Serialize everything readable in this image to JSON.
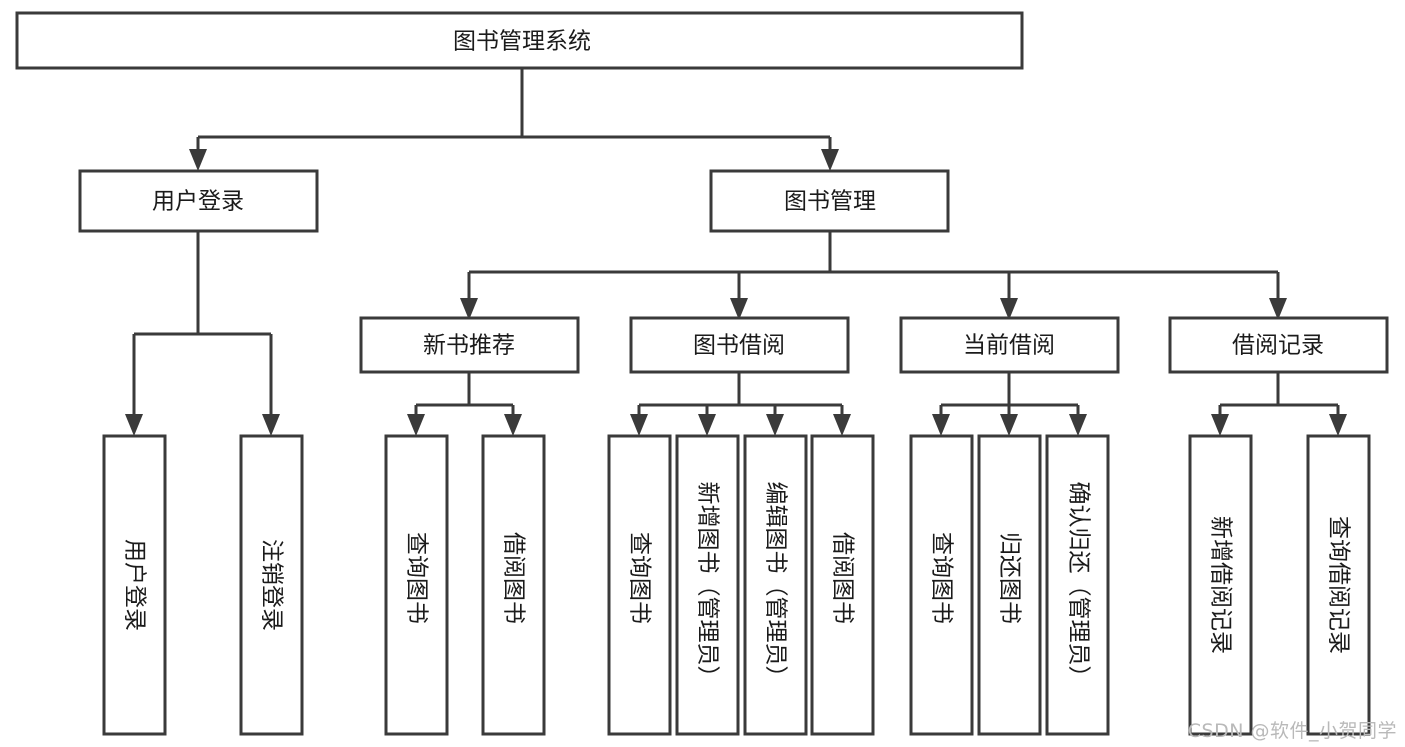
{
  "diagram": {
    "title_node": {
      "id": "root",
      "label": "图书管理系统",
      "orientation": "horizontal"
    },
    "level2": [
      {
        "id": "user-login",
        "label": "用户登录",
        "orientation": "horizontal"
      },
      {
        "id": "book-manage",
        "label": "图书管理",
        "orientation": "horizontal"
      }
    ],
    "level3": [
      {
        "id": "new-book-rec",
        "label": "新书推荐",
        "orientation": "horizontal"
      },
      {
        "id": "book-borrow",
        "label": "图书借阅",
        "orientation": "horizontal"
      },
      {
        "id": "current-borrow",
        "label": "当前借阅",
        "orientation": "horizontal"
      },
      {
        "id": "borrow-record",
        "label": "借阅记录",
        "orientation": "horizontal"
      }
    ],
    "leaves": [
      {
        "id": "leaf-user-login",
        "label": "用户登录",
        "parent": "user-login",
        "orientation": "vertical"
      },
      {
        "id": "leaf-logout",
        "label": "注销登录",
        "parent": "user-login",
        "orientation": "vertical"
      },
      {
        "id": "leaf-query-book-1",
        "label": "查询图书",
        "parent": "new-book-rec",
        "orientation": "vertical"
      },
      {
        "id": "leaf-borrow-book-1",
        "label": "借阅图书",
        "parent": "new-book-rec",
        "orientation": "vertical"
      },
      {
        "id": "leaf-query-book-2",
        "label": "查询图书",
        "parent": "book-borrow",
        "orientation": "vertical"
      },
      {
        "id": "leaf-add-book",
        "label": "新增图书（管理员）",
        "parent": "book-borrow",
        "orientation": "vertical"
      },
      {
        "id": "leaf-edit-book",
        "label": "编辑图书（管理员）",
        "parent": "book-borrow",
        "orientation": "vertical"
      },
      {
        "id": "leaf-borrow-book-2",
        "label": "借阅图书",
        "parent": "book-borrow",
        "orientation": "vertical"
      },
      {
        "id": "leaf-query-book-3",
        "label": "查询图书",
        "parent": "current-borrow",
        "orientation": "vertical"
      },
      {
        "id": "leaf-return-book",
        "label": "归还图书",
        "parent": "current-borrow",
        "orientation": "vertical"
      },
      {
        "id": "leaf-confirm-return",
        "label": "确认归还（管理员）",
        "parent": "current-borrow",
        "orientation": "vertical"
      },
      {
        "id": "leaf-add-record",
        "label": "新增借阅记录",
        "parent": "borrow-record",
        "orientation": "vertical"
      },
      {
        "id": "leaf-query-record",
        "label": "查询借阅记录",
        "parent": "borrow-record",
        "orientation": "vertical"
      }
    ],
    "colors": {
      "stroke": "#3a3a3a",
      "fill": "#ffffff",
      "text": "#1b1b1b",
      "watermark": "#b9b9b9"
    }
  },
  "watermark": {
    "text": "CSDN @软件_小贺同学"
  }
}
